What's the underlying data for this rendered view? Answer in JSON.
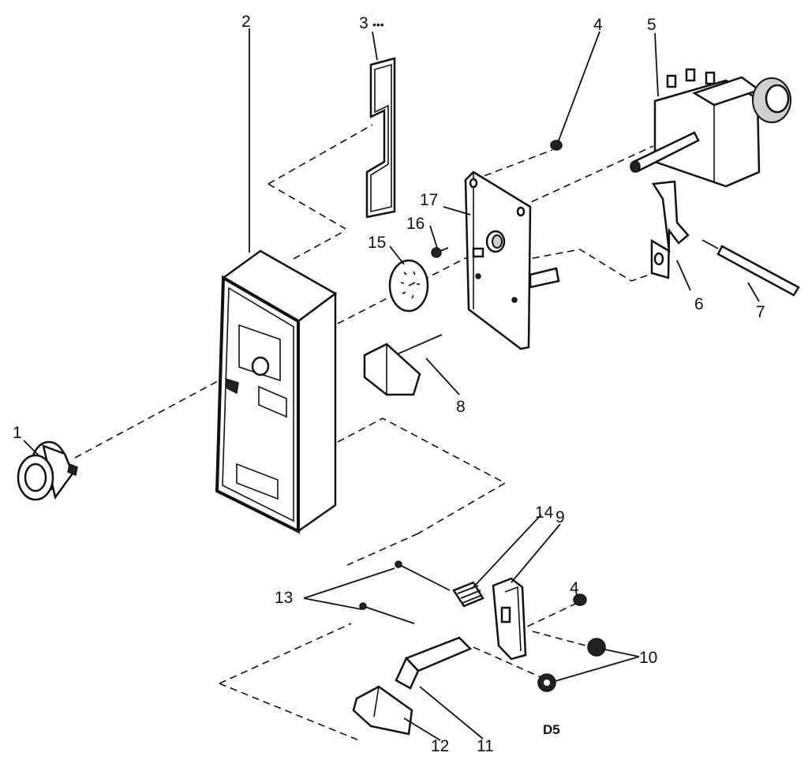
{
  "diagram": {
    "callouts": {
      "p1": "1",
      "p2": "2",
      "p3": "3",
      "p3_dots": "•••",
      "p4": "4",
      "p4b": "4",
      "p5": "5",
      "p6": "6",
      "p7": "7",
      "p8": "8",
      "p9": "9",
      "p10": "10",
      "p11": "11",
      "p12": "12",
      "p13": "13",
      "p14": "14",
      "p15": "15",
      "p16": "16",
      "p17": "17"
    },
    "figure_code": "D5"
  }
}
